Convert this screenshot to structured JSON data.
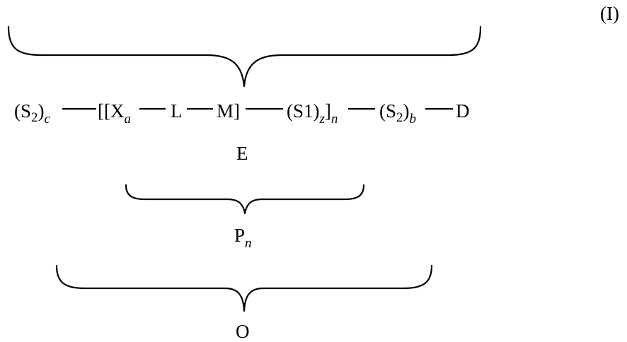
{
  "formula_label": "(I)",
  "formula": {
    "s2_c": {
      "base": "(S",
      "sub": "2",
      "close": ")",
      "suffix": "c"
    },
    "open_bracket": "[[",
    "x": {
      "base": "X",
      "sub": "a"
    },
    "l": "L",
    "m_close": "M]",
    "s1": {
      "base": "(S1)",
      "sub_z": "z",
      "close": "]",
      "sub_n": "n"
    },
    "s2_b": {
      "base": "(S",
      "sub": "2",
      "close": ")",
      "suffix": "b"
    },
    "d": "D"
  },
  "braces": {
    "top_label": "E",
    "middle_label": {
      "base": "P",
      "sub": "n"
    },
    "bottom_label": "O"
  },
  "colors": {
    "ink": "#000000",
    "background": "#ffffff"
  }
}
